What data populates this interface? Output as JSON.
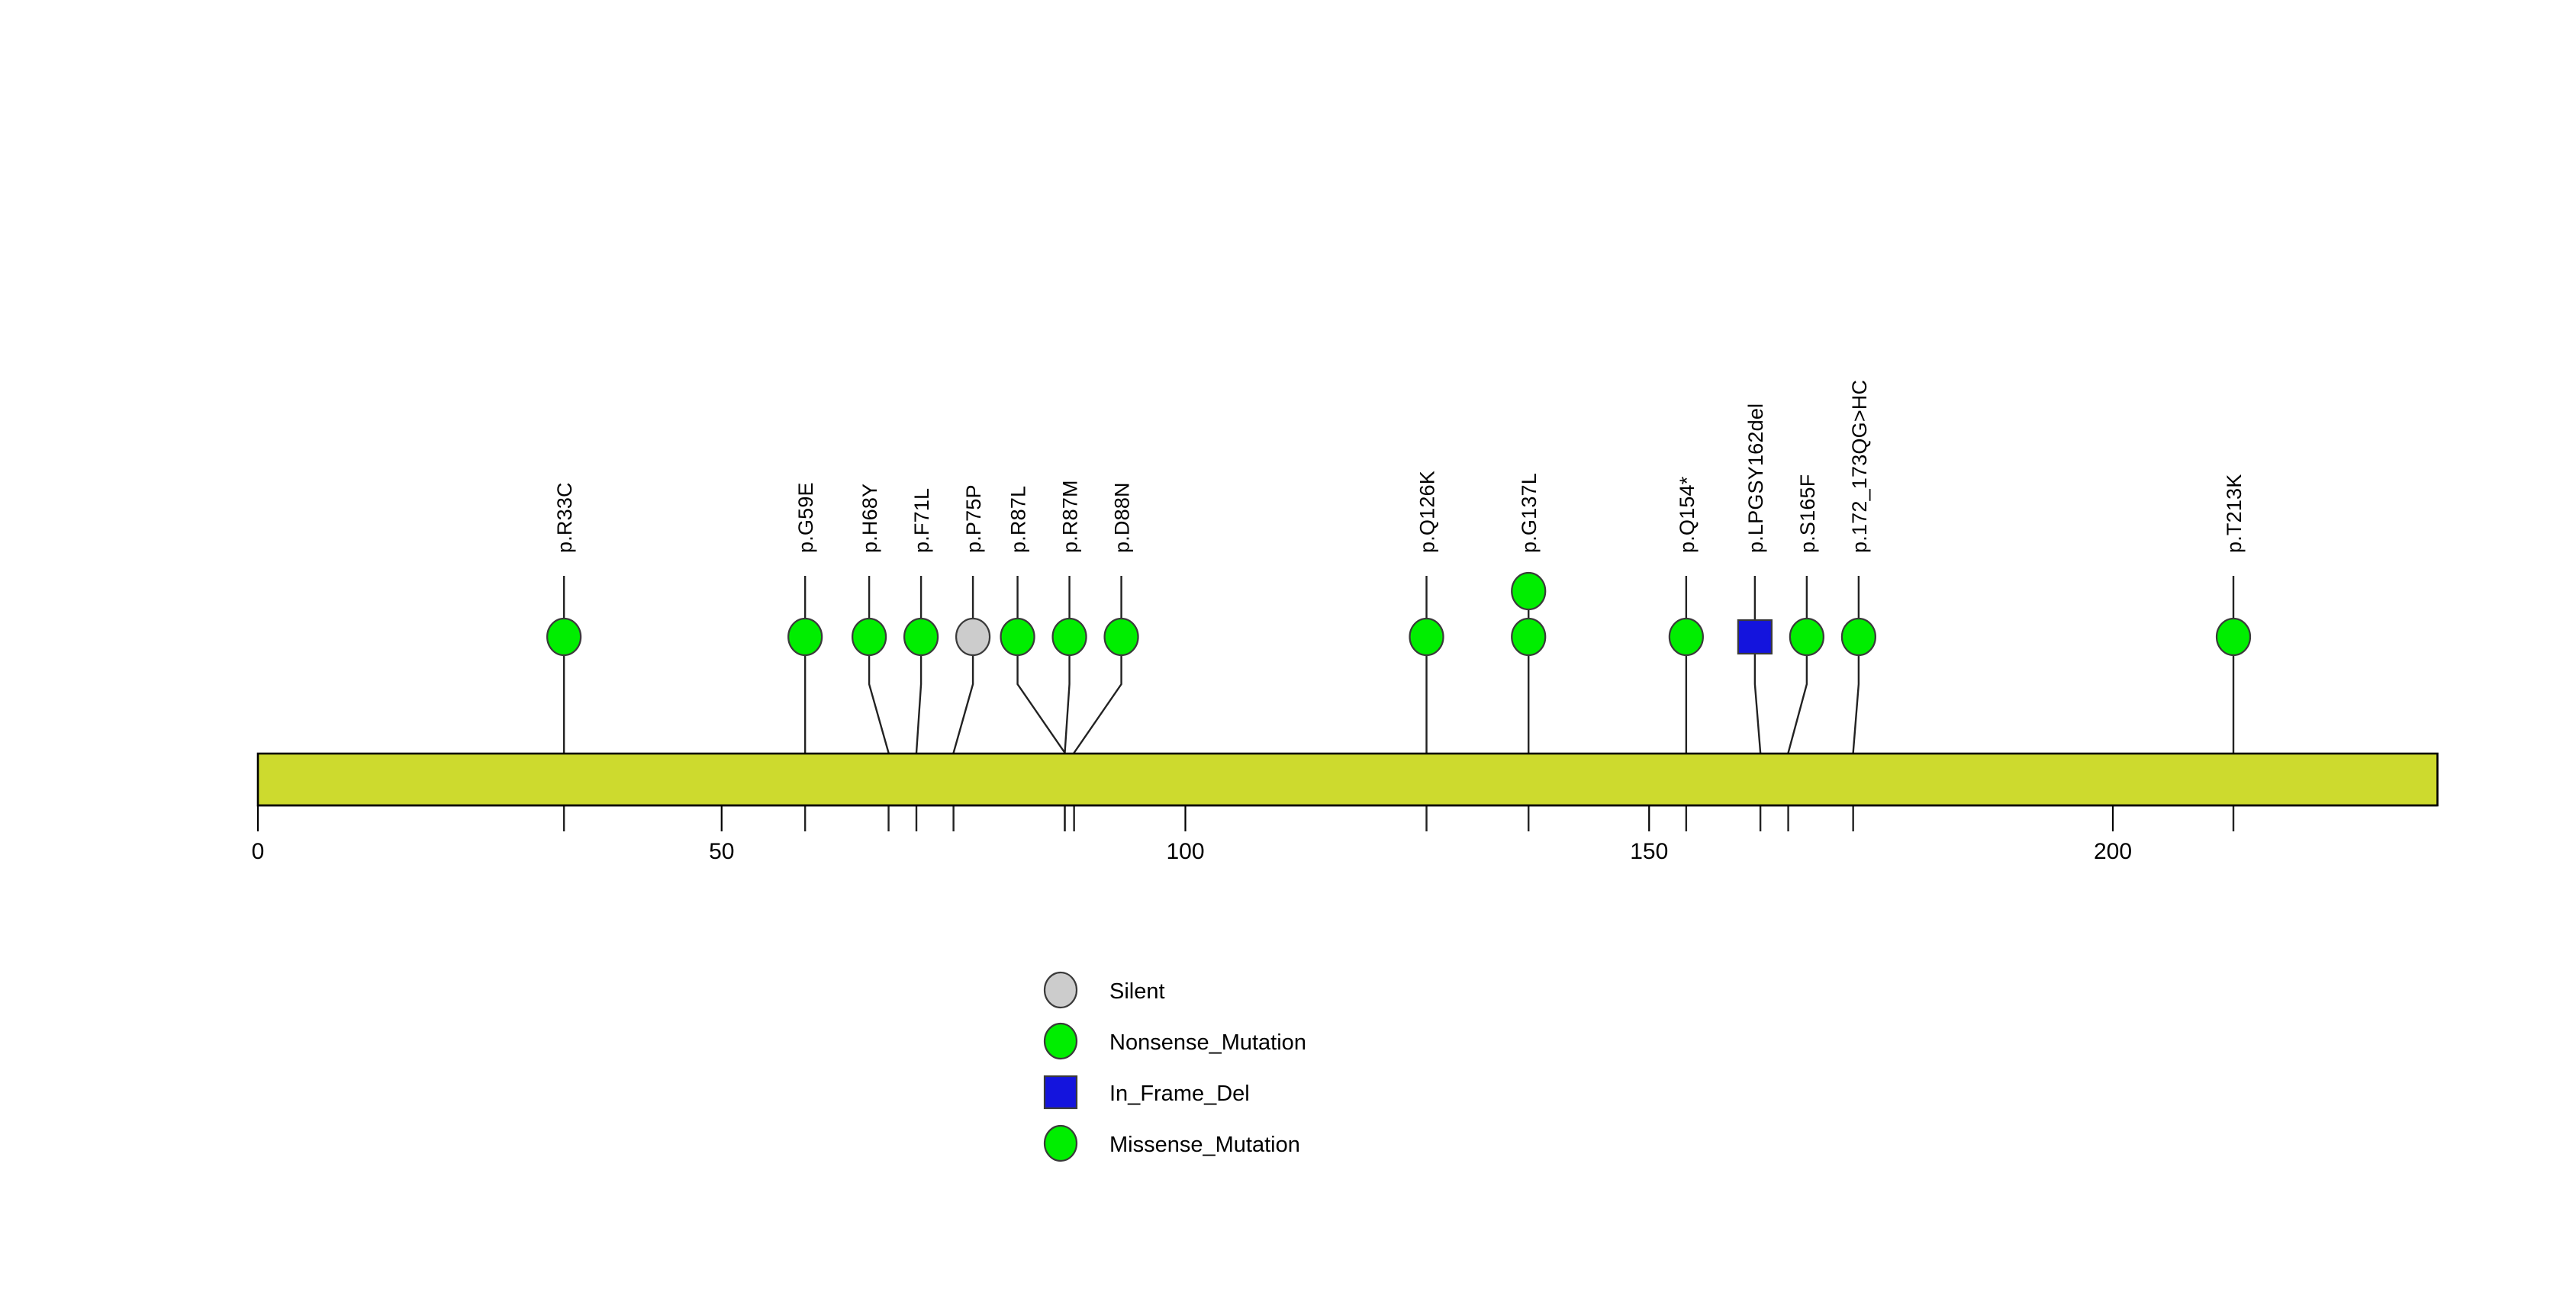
{
  "chart_data": {
    "type": "lollipop",
    "title": "",
    "xlabel": "",
    "ylabel": "",
    "xlim": [
      0,
      235
    ],
    "grid": false,
    "protein_domain": {
      "name": "protein-backbone",
      "start": 0,
      "end": 235,
      "color": "#cdda2e",
      "border_color": "#000000"
    },
    "axis": {
      "ticks": [
        0,
        50,
        100,
        150,
        200
      ],
      "tick_labels": [
        "0",
        "50",
        "100",
        "150",
        "200"
      ]
    },
    "mutations": [
      {
        "label": "p.R33C",
        "position": 33,
        "count": 1,
        "shape": "circle",
        "color": "#00ee00",
        "type": "Missense_Mutation"
      },
      {
        "label": "p.G59E",
        "position": 59,
        "count": 1,
        "shape": "circle",
        "color": "#00ee00",
        "type": "Missense_Mutation"
      },
      {
        "label": "p.H68Y",
        "position": 68,
        "count": 1,
        "shape": "circle",
        "color": "#00ee00",
        "type": "Missense_Mutation"
      },
      {
        "label": "p.F71L",
        "position": 71,
        "count": 1,
        "shape": "circle",
        "color": "#00ee00",
        "type": "Missense_Mutation"
      },
      {
        "label": "p.P75P",
        "position": 75,
        "count": 1,
        "shape": "circle",
        "color": "#cccccc",
        "type": "Silent"
      },
      {
        "label": "p.R87L",
        "position": 87,
        "count": 1,
        "shape": "circle",
        "color": "#00ee00",
        "type": "Missense_Mutation"
      },
      {
        "label": "p.R87M",
        "position": 87,
        "count": 1,
        "shape": "circle",
        "color": "#00ee00",
        "type": "Missense_Mutation"
      },
      {
        "label": "p.D88N",
        "position": 88,
        "count": 1,
        "shape": "circle",
        "color": "#00ee00",
        "type": "Missense_Mutation"
      },
      {
        "label": "p.Q126K",
        "position": 126,
        "count": 1,
        "shape": "circle",
        "color": "#00ee00",
        "type": "Missense_Mutation"
      },
      {
        "label": "p.G137L",
        "position": 137,
        "count": 2,
        "shape": "circle",
        "color": "#00ee00",
        "type": "Missense_Mutation"
      },
      {
        "label": "p.Q154*",
        "position": 154,
        "count": 1,
        "shape": "circle",
        "color": "#00ee00",
        "type": "Nonsense_Mutation"
      },
      {
        "label": "p.LPGSY162del",
        "position": 162,
        "count": 1,
        "shape": "square",
        "color": "#1414dd",
        "type": "In_Frame_Del"
      },
      {
        "label": "p.S165F",
        "position": 165,
        "count": 1,
        "shape": "circle",
        "color": "#00ee00",
        "type": "Missense_Mutation"
      },
      {
        "label": "p.172_173QG>HC",
        "position": 172,
        "count": 1,
        "shape": "circle",
        "color": "#00ee00",
        "type": "Missense_Mutation"
      },
      {
        "label": "p.T213K",
        "position": 213,
        "count": 1,
        "shape": "circle",
        "color": "#00ee00",
        "type": "Missense_Mutation"
      }
    ],
    "legend": {
      "position": "bottom-center",
      "entries": [
        {
          "label": "Silent",
          "shape": "circle",
          "color": "#cccccc"
        },
        {
          "label": "Nonsense_Mutation",
          "shape": "circle",
          "color": "#00ee00"
        },
        {
          "label": "In_Frame_Del",
          "shape": "square",
          "color": "#1414dd"
        },
        {
          "label": "Missense_Mutation",
          "shape": "circle",
          "color": "#00ee00"
        }
      ]
    }
  }
}
